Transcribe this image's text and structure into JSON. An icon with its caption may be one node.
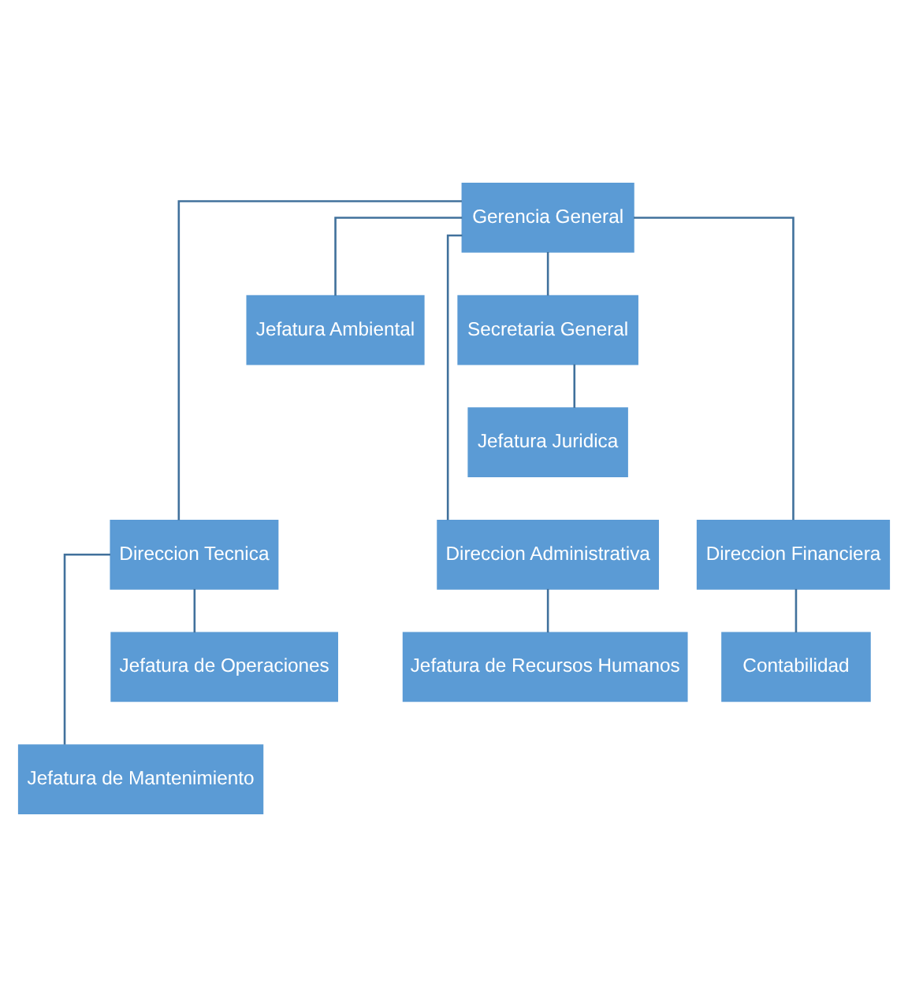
{
  "diagram": {
    "nodes": [
      {
        "text": [
          "Gerencia General"
        ]
      },
      {
        "text": [
          "Secretaria General"
        ]
      },
      {
        "text": [
          "Jefatura Ambiental"
        ]
      },
      {
        "text": [
          "Jefatura Juridica"
        ]
      },
      {
        "text": [
          "Direccion Tecnica"
        ]
      },
      {
        "text": [
          "Direccion Administrativa"
        ]
      },
      {
        "text": [
          "Direccion Financiera"
        ]
      },
      {
        "text": [
          "Jefatura de Operaciones"
        ]
      },
      {
        "text": [
          "Jefatura de Mantenimiento"
        ]
      },
      {
        "text": [
          "Jefatura de Recursos Humanos"
        ]
      },
      {
        "text": [
          "Contabilidad"
        ]
      }
    ],
    "edges": [
      {
        "from": 0,
        "to": 1,
        "arrow": "none"
      },
      {
        "from": 0,
        "to": 2,
        "arrow": "none"
      },
      {
        "from": 1,
        "to": 3,
        "arrow": "none"
      },
      {
        "from": 0,
        "to": 4,
        "arrow": "none"
      },
      {
        "from": 0,
        "to": 5,
        "arrow": "none"
      },
      {
        "from": 0,
        "to": 6,
        "arrow": "none"
      },
      {
        "from": 4,
        "to": 7,
        "arrow": "none"
      },
      {
        "from": 4,
        "to": 8,
        "arrow": "none"
      },
      {
        "from": 5,
        "to": 9,
        "arrow": "none"
      },
      {
        "from": 6,
        "to": 10,
        "arrow": "none"
      }
    ]
  }
}
